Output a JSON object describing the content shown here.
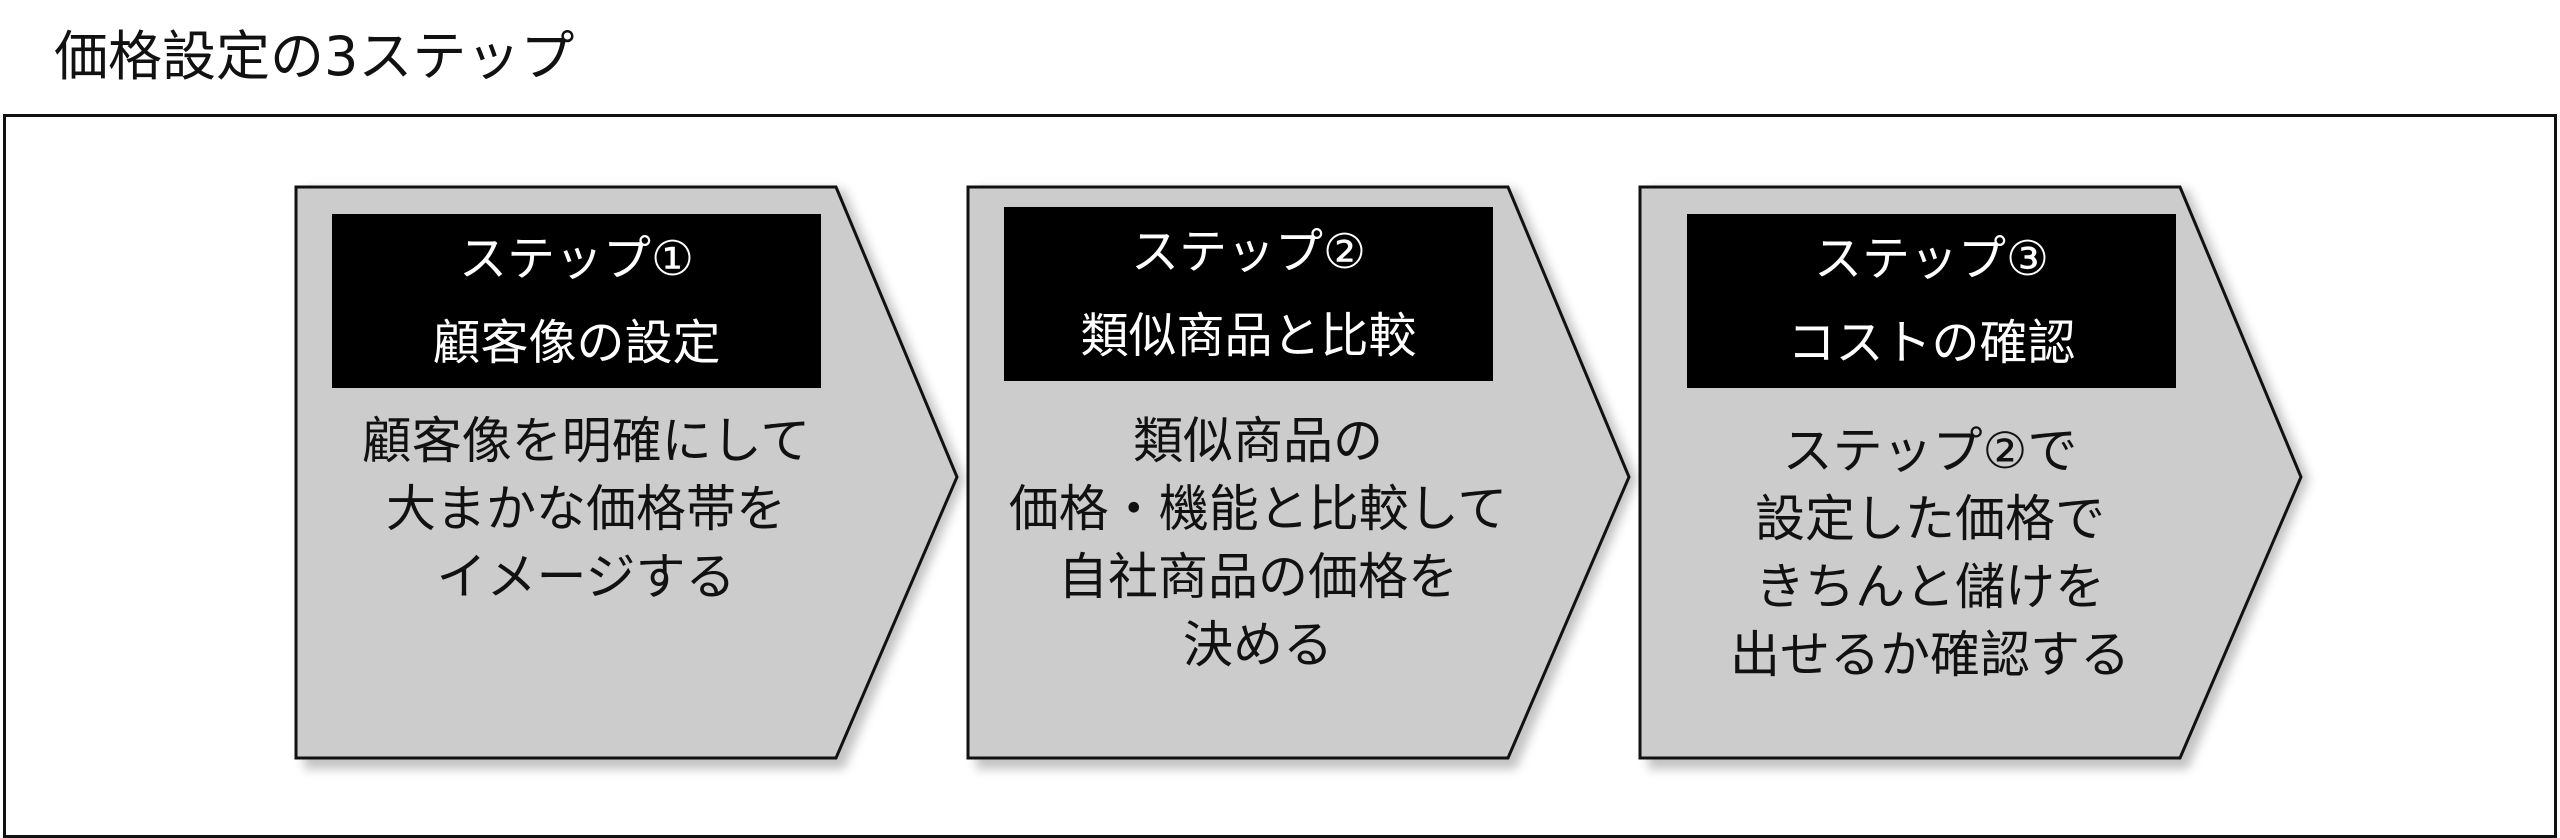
{
  "title": "価格設定の3ステップ",
  "colors": {
    "arrow_fill": "#cccccc",
    "header_bg": "#000000",
    "header_text": "#ffffff"
  },
  "steps": [
    {
      "label": "ステップ①",
      "heading": "顧客像の設定",
      "lines": [
        "顧客像を明確にして",
        "大まかな価格帯を",
        "イメージする"
      ]
    },
    {
      "label": "ステップ②",
      "heading": "類似商品と比較",
      "lines": [
        "類似商品の",
        "価格・機能と比較して",
        "自社商品の価格を",
        "決める"
      ]
    },
    {
      "label": "ステップ③",
      "heading": "コストの確認",
      "lines": [
        "ステップ②で",
        "設定した価格で",
        "きちんと儲けを",
        "出せるか確認する"
      ]
    }
  ]
}
